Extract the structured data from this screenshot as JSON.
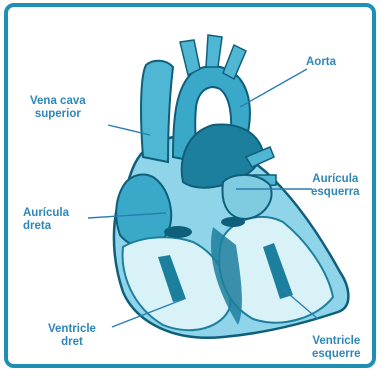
{
  "labels": {
    "aorta": "Aorta",
    "vena_cava_superior_line1": "Vena cava",
    "vena_cava_superior_line2": "superior",
    "auricula_esquerra_line1": "Aurícula",
    "auricula_esquerra_line2": "esquerra",
    "auricula_dreta_line1": "Aurícula",
    "auricula_dreta_line2": "dreta",
    "ventricle_dret_line1": "Ventricle",
    "ventricle_dret_line2": "dret",
    "ventricle_esquerre_line1": "Ventricle",
    "ventricle_esquerre_line2": "esquerre"
  },
  "colors": {
    "frame": "#1f8fb3",
    "label_text": "#2f86b8",
    "leader_line": "#2a7fb0",
    "heart_light": "#9fdcec",
    "heart_mid": "#4fb7d3",
    "heart_dark": "#1d7f9e",
    "heart_outline": "#0f5f7a"
  }
}
